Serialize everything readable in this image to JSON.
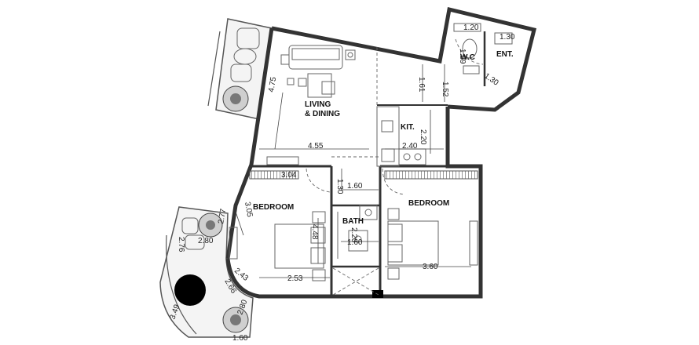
{
  "rooms": {
    "living": [
      "LIVING",
      "& DINING"
    ],
    "kitchen": "KIT.",
    "wc": "W.C",
    "entrance": "ENT.",
    "bedroom_left": "BEDROOM",
    "bedroom_right": "BEDROOM",
    "bath": "BATH"
  },
  "dimensions": {
    "wc_width": "1.20",
    "wc_depth": "1.89",
    "ent_width": "1.30",
    "ent_depth": "1.30",
    "living_left": "4.75",
    "corridor_1": "1.61",
    "corridor_2": "1.52",
    "living_width": "4.55",
    "kit_depth": "2.20",
    "kit_width": "2.40",
    "bed_left_top": "3.04",
    "bath_top_depth": "1.30",
    "bath_top_width": "1.60",
    "bed_left_side": "3.05",
    "bed_left_depth": "4.48",
    "bath_depth": "2.20",
    "bath_width": "1.60",
    "bed_right_width": "3.60",
    "bed_left_width": "2.53",
    "bed_left_curve": "2.43",
    "balcony_a": "2.77",
    "balcony_b": "2.76",
    "balcony_c": "2.80",
    "balcony_d": "2.66",
    "balcony_e": "3.49",
    "balcony_f": "2.80",
    "balcony_g": "1.60"
  }
}
